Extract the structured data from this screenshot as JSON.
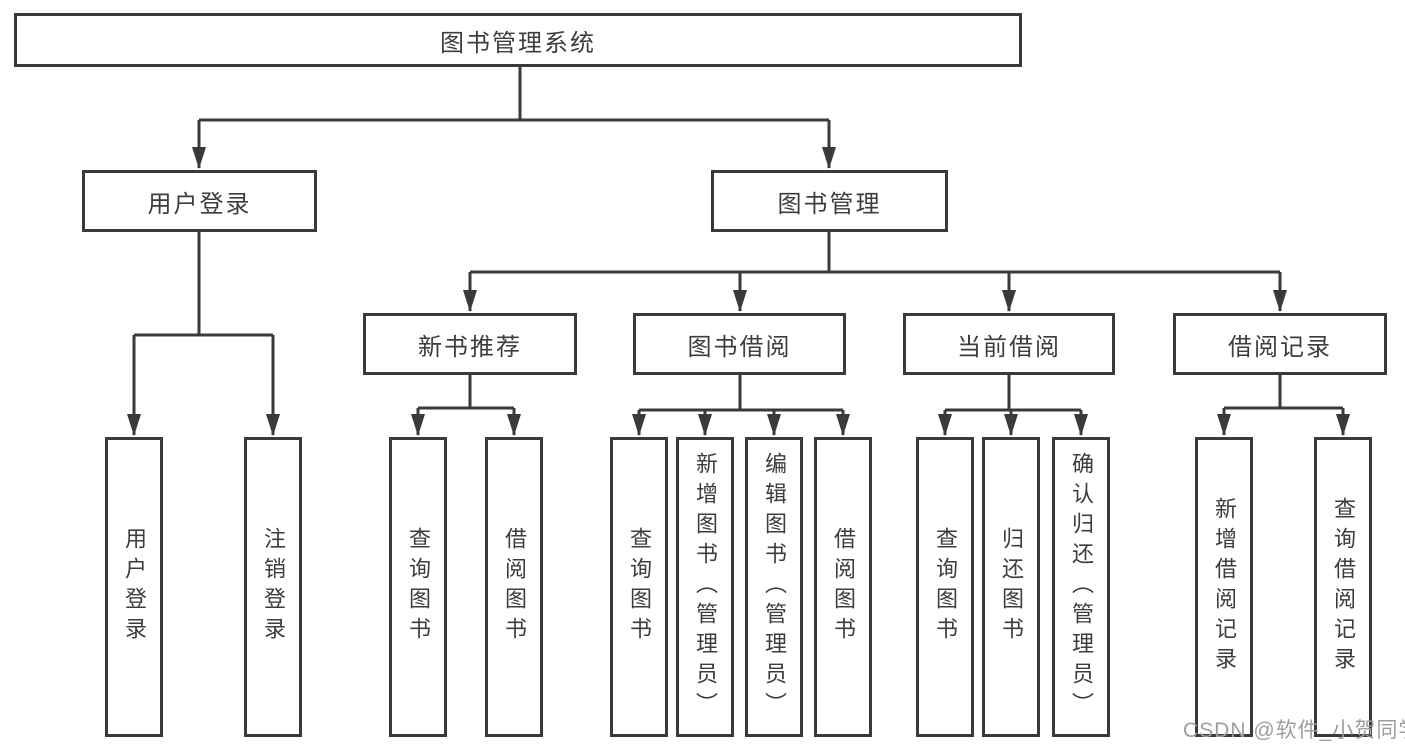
{
  "colors": {
    "line": "#3a3a3a",
    "text": "#3d3d3d",
    "watermark": "#9e9e9e",
    "background": "#ffffff"
  },
  "tree": {
    "root": {
      "label": "图书管理系统"
    },
    "branches": [
      {
        "label": "用户登录",
        "children": [
          {
            "label": "用户登录"
          },
          {
            "label": "注销登录"
          }
        ]
      },
      {
        "label": "图书管理",
        "children": [
          {
            "label": "新书推荐",
            "children": [
              {
                "label": "查询图书"
              },
              {
                "label": "借阅图书"
              }
            ]
          },
          {
            "label": "图书借阅",
            "children": [
              {
                "label": "查询图书"
              },
              {
                "label": "新增图书（管理员）"
              },
              {
                "label": "编辑图书（管理员）"
              },
              {
                "label": "借阅图书"
              }
            ]
          },
          {
            "label": "当前借阅",
            "children": [
              {
                "label": "查询图书"
              },
              {
                "label": "归还图书"
              },
              {
                "label": "确认归还（管理员）"
              }
            ]
          },
          {
            "label": "借阅记录",
            "children": [
              {
                "label": "新增借阅记录"
              },
              {
                "label": "查询借阅记录"
              }
            ]
          }
        ]
      }
    ]
  },
  "watermark": {
    "text": "CSDN @软件_小贺同学"
  }
}
